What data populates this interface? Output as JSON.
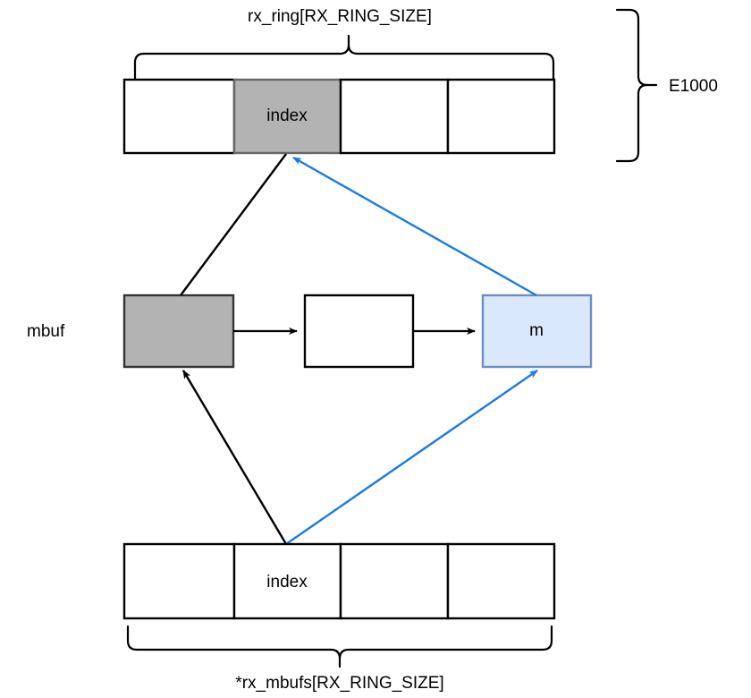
{
  "diagram": {
    "title_top": "rx_ring[RX_RING_SIZE]",
    "title_bottom": "*rx_mbufs[RX_RING_SIZE]",
    "side_label_right": "E1000",
    "side_label_left": "mbuf",
    "colors": {
      "gray_fill": "#b3b3b3",
      "gray_stroke": "#666666",
      "blue_fill": "#dae8fc",
      "blue_stroke": "#6c8ebf",
      "arrow_blue": "#1a7ae8",
      "arrow_black": "#000000",
      "box_stroke": "#000000",
      "background": "#ffffff"
    },
    "rx_ring": {
      "name": "rx_ring",
      "cells": [
        {
          "label": "",
          "fill": "white"
        },
        {
          "label": "index",
          "fill": "gray"
        },
        {
          "label": "",
          "fill": "white"
        },
        {
          "label": "",
          "fill": "white"
        }
      ]
    },
    "rx_mbufs": {
      "name": "rx_mbufs",
      "cells": [
        {
          "label": "",
          "fill": "white"
        },
        {
          "label": "index",
          "fill": "white"
        },
        {
          "label": "",
          "fill": "white"
        },
        {
          "label": "",
          "fill": "white"
        }
      ]
    },
    "mbuf_chain": {
      "boxes": [
        {
          "label": "",
          "fill": "gray"
        },
        {
          "label": "",
          "fill": "white"
        },
        {
          "label": "m",
          "fill": "blue"
        }
      ]
    },
    "connections": [
      {
        "name": "mbuf-head-to-ring-index",
        "color": "black",
        "arrow": false
      },
      {
        "name": "rx-mbufs-index-to-mbuf-head",
        "color": "black",
        "arrow": true
      },
      {
        "name": "m-box-to-ring-index",
        "color": "blue",
        "arrow": true
      },
      {
        "name": "rx-mbufs-index-to-m-box",
        "color": "blue",
        "arrow": true
      },
      {
        "name": "mbuf-head-to-second",
        "color": "black",
        "arrow": true
      },
      {
        "name": "mbuf-second-to-m",
        "color": "black",
        "arrow": true
      }
    ]
  }
}
